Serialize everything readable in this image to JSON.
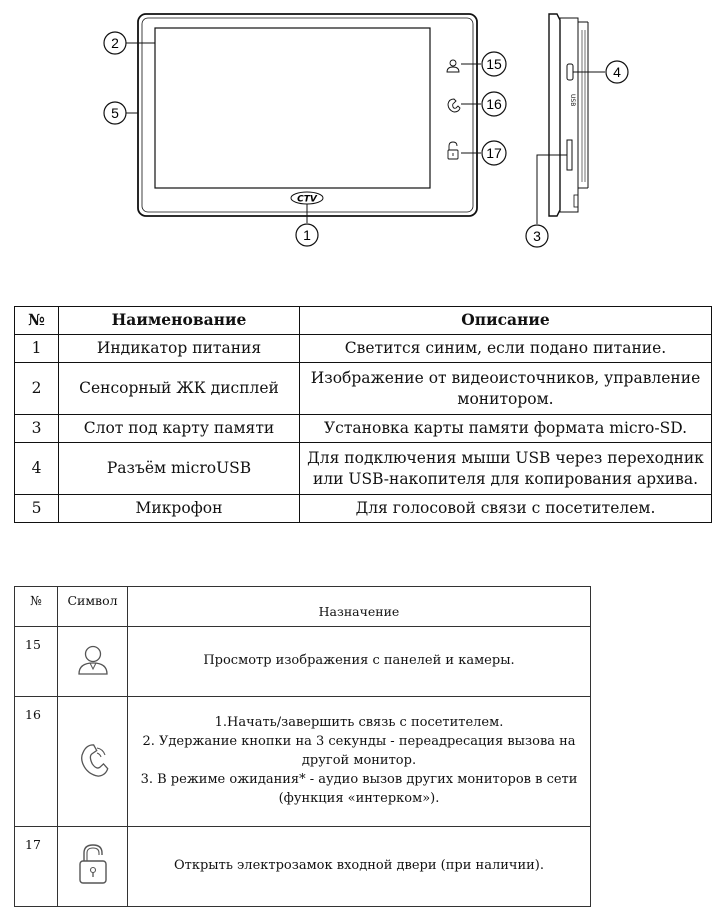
{
  "diagram": {
    "logo": "CTV",
    "callouts": [
      "1",
      "2",
      "3",
      "4",
      "5",
      "15",
      "16",
      "17"
    ],
    "port_label": "USB"
  },
  "table1": {
    "headers": [
      "№",
      "Наименование",
      "Описание"
    ],
    "rows": [
      {
        "num": "1",
        "name": "Индикатор питания",
        "desc": "Светится синим, если подано питание."
      },
      {
        "num": "2",
        "name": "Сенсорный ЖК дисплей",
        "desc": "Изображение от видеоисточников, управление монитором."
      },
      {
        "num": "3",
        "name": "Слот под карту памяти",
        "desc": "Установка карты памяти формата micro-SD."
      },
      {
        "num": "4",
        "name": "Разъём microUSB",
        "desc": "Для подключения мыши USB через переходник или USB-накопителя для копирования архива."
      },
      {
        "num": "5",
        "name": "Микрофон",
        "desc": "Для голосовой связи с посетителем."
      }
    ]
  },
  "table2": {
    "headers": [
      "№",
      "Символ",
      "Назначение"
    ],
    "rows": [
      {
        "num": "15",
        "icon": "user-icon",
        "lines": [
          "Просмотр изображения с панелей и камеры."
        ]
      },
      {
        "num": "16",
        "icon": "phone-handset-icon",
        "lines": [
          "1.Начать/завершить связь с посетителем.",
          "2. Удержание кнопки на 3 секунды - переадресация вызова на",
          "другой монитор.",
          "3. В режиме ожидания* - аудио вызов других мониторов в сети",
          "(функция «интерком»)."
        ]
      },
      {
        "num": "17",
        "icon": "unlock-icon",
        "lines": [
          "Открыть электрозамок входной двери (при наличии)."
        ]
      }
    ]
  },
  "colors": {
    "line": "#111111",
    "background": "#ffffff"
  }
}
